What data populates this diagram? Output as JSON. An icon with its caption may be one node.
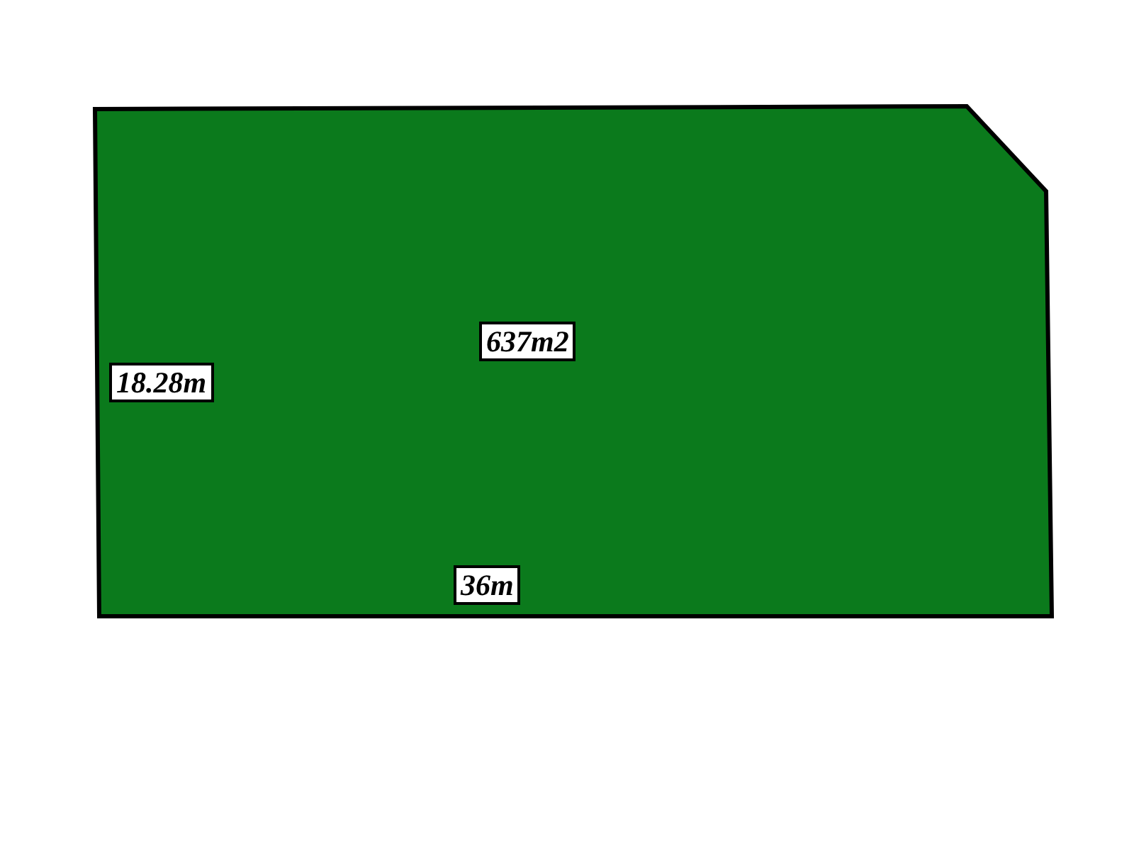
{
  "diagram": {
    "nodes": [
      {
        "text": [
          "637m2"
        ]
      }
    ],
    "labels": [
      "18.28m",
      "36m"
    ]
  }
}
